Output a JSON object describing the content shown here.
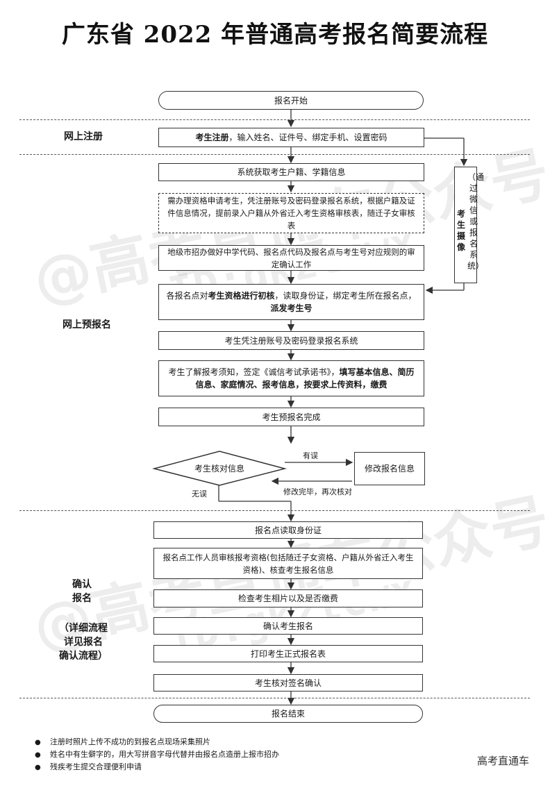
{
  "title": "广东省 2022 年普通高考报名简要流程",
  "sections": {
    "online_register": "网上注册",
    "online_pre_register": "网上预报名",
    "confirm_line1": "确认",
    "confirm_line2": "报名",
    "confirm_detail_line1": "（详细流程",
    "confirm_detail_line2": "详见报名",
    "confirm_detail_line3": "确认流程）"
  },
  "steps": {
    "start": "报名开始",
    "register_bold": "考生注册",
    "register_rest": "，输入姓名、证件号、绑定手机、设置密码",
    "system_fetch": "系统获取考生户籍、学籍信息",
    "qualification_apply": "需办理资格申请考生，凭注册账号及密码登录报名系统，根据户籍及证件信息情况，提前录入户籍从外省迁入考生资格审核表，随迁子女审核表",
    "code_setup": "地级市招办做好中学代码、报名点代码及报名点与考生号对应规则的审定确认工作",
    "prelim_part1": "各报名点对",
    "prelim_bold1": "考生资格进行初核",
    "prelim_part2": "，读取身份证，绑定考生所在报名点，",
    "prelim_bold2": "派发考生号",
    "login": "考生凭注册账号及密码登录报名系统",
    "fill_part1": "考生了解报考须知，签定《诚信考试承诺书》，",
    "fill_bold": "填写基本信息、简历信息、家庭情况、报考信息，按要求上传资料，缴费",
    "pre_complete": "考生预报名完成",
    "verify": "考生核对信息",
    "modify": "修改报名信息",
    "read_id": "报名点读取身份证",
    "review": "报名点工作人员审核报考资格(包括随迁子女资格、户籍从外省迁入考生资格)、核查考生报名信息",
    "check_photo": "检查考生相片以及是否缴费",
    "confirm": "确认考生报名",
    "print": "打印考生正式报名表",
    "sign": "考生核对签名确认",
    "end": "报名结束"
  },
  "side_box": {
    "text_upper": "（通过微信或报名系统）",
    "text_lower": "考生摄像"
  },
  "labels": {
    "has_error": "有误",
    "no_error": "无误",
    "recheck": "修改完毕，再次核对"
  },
  "notes": [
    "注册时照片上传不成功的到报名点现场采集照片",
    "姓名中有生僻字的，用大写拼音字母代替并由报名点造册上报市招办",
    "残疾考生提交合理便利申请"
  ],
  "watermarks": {
    "text1": "@高考直通车公众号",
    "text2": "ID:gkztcwx"
  },
  "footer": "高考直通车"
}
